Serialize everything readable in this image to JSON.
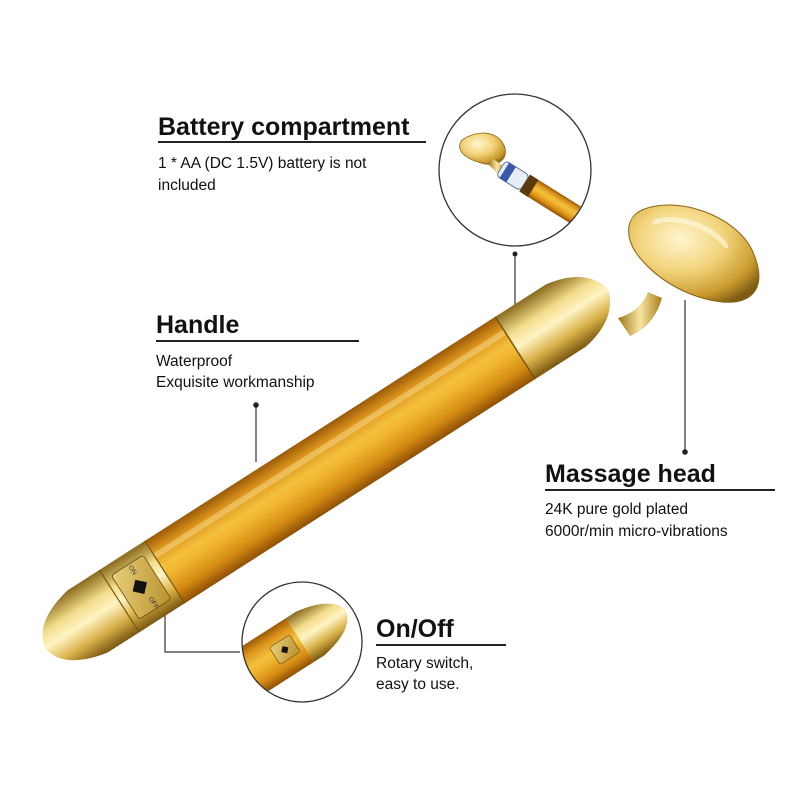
{
  "annotations": {
    "battery": {
      "title": "Battery compartment",
      "lines": [
        "1 * AA (DC 1.5V) battery is not",
        "included"
      ]
    },
    "handle": {
      "title": "Handle",
      "lines": [
        "Waterproof",
        "Exquisite workmanship"
      ]
    },
    "massage_head": {
      "title": "Massage head",
      "lines": [
        "24K pure gold plated",
        "6000r/min micro-vibrations"
      ]
    },
    "on_off": {
      "title": "On/Off",
      "lines": [
        "Rotary switch,",
        "easy to use."
      ]
    }
  },
  "switch_label": {
    "top": "ON",
    "bottom": "OFF"
  },
  "colors": {
    "gold_light": "#f7d46a",
    "gold_mid": "#e3a21c",
    "gold_dark": "#a8650a",
    "leader_line": "#333333"
  }
}
